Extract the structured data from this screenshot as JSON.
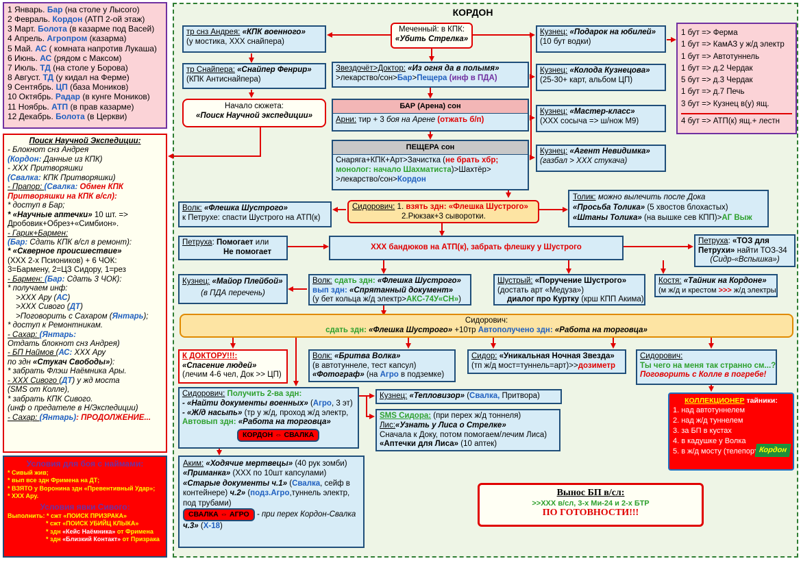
{
  "title": "КОРДОН",
  "months": [
    [
      "1 Январь. ",
      "Бар",
      " (на столе у Лысого)"
    ],
    [
      "2 Февраль. ",
      "Кордон",
      " (АТП 2-ой этаж)"
    ],
    [
      "3 Март. ",
      "Болота",
      " (в казарме под Васей)"
    ],
    [
      "4 Апрель. ",
      "Агропром",
      " (казарма)"
    ],
    [
      "5 Май. ",
      "АС",
      " ( комната напротив Лукаша)"
    ],
    [
      "6 Июнь. ",
      "АС",
      " (рядом с Максом)"
    ],
    [
      "7 Июль. ",
      "ТД",
      " (на столе у Борова)"
    ],
    [
      "8 Август. ",
      "ТД",
      " (у кидал на Ферме)"
    ],
    [
      "9 Сентябрь. ",
      "ЦП",
      " (база Моников)"
    ],
    [
      "10 Октябрь. ",
      "Радар",
      " (в кунге Моников)"
    ],
    [
      "11 Ноябрь. ",
      "АТП",
      " (в прав казарме)"
    ],
    [
      "12 Декабрь. ",
      "Болота",
      " (в Церкви)"
    ]
  ],
  "search": {
    "title": "Поиск Научной Экспедиции:",
    "l1": "- Блокнот снз Андрея",
    "l2a": "(Кордон:",
    "l2b": " Данные из КПК)",
    "l3": "- ХХХ Притворяшки",
    "l4a": "(Свалка:",
    "l4b": " КПК Притворяшки)",
    "l5a": "- Прапор: ",
    "l5b": "(Свалка: ",
    "l5c": "Обмен КПК",
    "l6": "Притворяшки на КПК в/сл):",
    "l7": "* доступ в Бар;",
    "l8a": "* «Научные аптечки»",
    "l8b": " 10 шт. =>",
    "l9": "Дробовик+Обрез+«Симбион».",
    "l10": "- Гарик+Бармен:",
    "l11a": "(Бар:",
    "l11b": " Сдать КПК в/сл в ремонт):",
    "l12": "* «Скверное происшествие»",
    "l13": "(ХХХ 2-х Псиоников) + 6 ЧОК:",
    "l14": "3=Бармену, 2=ЦЗ Сидору, 1=рез",
    "l15a": "- Бармен: ",
    "l15b": "(Бар:",
    "l15c": " Сдать 3 ЧОК):",
    "l16": "* получаем инф:",
    "l17a": ">ХХХ Ару (",
    "l17b": "АС",
    "l17c": ")",
    "l18a": ">ХХХ Сивого (",
    "l18b": "ДТ",
    "l18c": ")",
    "l19a": ">Поговорить с Сахаром (",
    "l19b": "Янтарь",
    "l19c": ");",
    "l20": "* доступ к Ремонтникам.",
    "l21a": "- Сахар: ",
    "l21b": "(Янтарь:",
    "l22": "Отдать блокнот снз Андрея)",
    "l23a": "- БП Наймов (",
    "l23b": "АС:",
    "l23c": " ХХХ Ару",
    "l24a": "по здн ",
    "l24b": "«Стукач Свободы»",
    "l24c": "):",
    "l25": "* забрать Флэш Наёмника Ары.",
    "l26a": "- ХХХ Сивого (",
    "l26b": "ДТ",
    "l26c": ") у жд моста",
    "l27": "(SMS от Колле),",
    "l28": "* забрать КПК Сивого.",
    "l29": "(инф о предателе в Н/Экспедиции)",
    "l30a": "- Сахар: ",
    "l30b": "(Янтарь)",
    "l30c": ": ПРОДОЛЖЕНИЕ..."
  },
  "conditions": {
    "t1": "Условия для боя с наймами:",
    "c1": "* Сивый жив;",
    "c2": "* вып все здн Фримена на ДТ;",
    "c3": "* ВЗЯТО у Воронина здн «Превентивный Удар»;",
    "c4": "* ХХХ Ару.",
    "t2": "Условия явки Сивого:",
    "c5a": "Выполнить: ",
    "c5b": "* сжт «ПОИСК ПРИЗРАКА»",
    "c6": "* сжт «ПОИСК УБИЙЦ КЛЫКА»",
    "c7a": "* здн ",
    "c7b": "«Кейс Наёмника»",
    "c7c": " от Фримена",
    "c8a": "* здн ",
    "c8b": "«Близкий Контакт»",
    "c8c": " от Призрака"
  },
  "node_mechen": {
    "l1": "Меченный: в КПК:",
    "l2": "«Убить Стрелка»"
  },
  "node_andrey": {
    "a": "тр снз Андрея:",
    "b": " «КПК военного»",
    "l2": "(у мостика, ХХХ снайпера)"
  },
  "node_sniper": {
    "a": "тр Снайпера:",
    "b": " «Снайпер Фенрир»",
    "l2": "(КПК Антиснайпера)"
  },
  "node_start": {
    "l1": "Начало сюжета:",
    "l2": "«Поиск Научной экспедиции»"
  },
  "node_zvezd": {
    "a": "Звездочёт>Доктор:",
    "b": " «Из огня да в полымя»",
    "c": ">лекарство/сон>",
    "d": "Бар",
    "e": ">",
    "f": "Пещера",
    "g": " (инф в ПДА)"
  },
  "node_bar": {
    "h": "БАР (Арена) сон",
    "a": "Арни:",
    "b": " тир + 3  ",
    "c": "боя на Арене",
    "d": " (отжать б/п)"
  },
  "node_cave": {
    "h": "ПЕЩЕРА сон",
    "l1a": "Снаряга+КПК+Арт>Зачистка (",
    "l1b": "не брать хбр;",
    "l2a": "монолог: начало Шахматиста",
    "l2b": ")>Шахтёр>",
    "l3a": ">лекарство/сон>",
    "l3b": "Кордон"
  },
  "node_smith1": {
    "a": "Кузнец:",
    "b": " «Подарок на юбилей»",
    "l2": "(10 бут водки)"
  },
  "node_smith2": {
    "a": "Кузнец:",
    "b": " «Колода Кузнецова»",
    "l2": "(25-30+ карт, альбом ЦП)"
  },
  "node_smith3": {
    "a": "Кузнец:",
    "b": " «Мастер-класс»",
    "l2": "(ХХХ сосыча => ш/нож М9)"
  },
  "node_smith4": {
    "a": "Кузнец:",
    "b": " «Агент Невидимка»",
    "l2": "(газбал > ХХХ стукача)"
  },
  "vodka": [
    "1 бут => Ферма",
    "1 бут => КамАЗ у ж/д электр",
    "1 бут => Автотуннель",
    "1 бут => д.2 Чердак",
    "5 бут => д.3 Чердак",
    "1 бут => д.7 Печь",
    "3 бут =>  Кузнец в(у) ящ.",
    "4 бут =>  АТП(к) ящ.+ лестн"
  ],
  "node_tolik": {
    "a": "Толик:",
    "b": " можно вылечить после Дока",
    "l2a": "«Просьба Толика»",
    "l2b": " (5 хвостов блохастых)",
    "l3a": "«Штаны Толика»",
    "l3b": "  (на вышке сев КПП)>",
    "l3c": "АГ Выж"
  },
  "node_sidor1": {
    "a": "Сидорович:",
    "b": " 1. ",
    "c": "взять здн: «Флешка Шустрого»",
    "l2": "2.Рюкзак+3 сыворотки."
  },
  "node_volk1": {
    "a": "Волк:",
    "b": " «Флешка Шустрого»",
    "l2": "к Петрухе: спасти Шустрого на АТП(к)"
  },
  "node_petr1": {
    "a": "Петруха",
    "b": ":  ",
    "c": "Помогает",
    "d": " или",
    "l2": "Не помогает"
  },
  "node_xxx": {
    "t": "ХХХ бандюков на АТП(к), забрать флешку у Шустрого"
  },
  "node_petr2": {
    "a": "Петруха",
    "b": ":  ",
    "c": "«ТОЗ для",
    "l2a": "Петрухи»",
    "l2b": " найти ТОЗ-34",
    "l3": "(Сидр-«Вспышка»)"
  },
  "node_smith5": {
    "a": "Кузнец:",
    "b": " «Майор Плейбой»",
    "l2": "(в ПДА перечень)"
  },
  "node_volk2": {
    "a": "Волк:",
    "b": " сдать здн:",
    "c": " «Флешка Шустрого»",
    "l2a": "вып здн:",
    "l2b": " «Спрятанный документ»",
    "l3a": "(у бет кольца ж/д электр>",
    "l3b": "АКС-74У«СН»",
    "l3c": ")"
  },
  "node_shustr": {
    "a": "Шустрый:",
    "b": " «Поручение Шустрого»",
    "l2": "(достать арт «Медуза»)",
    "l3a": "диалог про Куртку",
    "l3b": " (крш КПП Акима)"
  },
  "node_kostya": {
    "a": "Костя:",
    "b": "  «Тайник  на Кордоне»",
    "l2a": "(м ж/д и крестом ",
    "l2b": ">>>",
    "l2c": " ж/д электры)"
  },
  "node_sidor2": {
    "h": "Сидорович:",
    "l2a": "сдать здн:",
    "l2b": " «Флешка Шустрого»",
    "l2c": " +10тр  ",
    "l2d": "Автополучено здн:",
    "l2e": " «Работа на торговца»"
  },
  "node_doctor": {
    "a": "К ДОКТОРУ!!!:",
    "b": "«Спасение людей»",
    "l3": "(лечим 4-6 чел, Док >> ЦП)"
  },
  "node_volk3": {
    "a": "Волк:",
    "b": " «Бритва Волка»",
    "l2": "(в автотуннеле, тест капсул)",
    "l3a": "«Фотограф»",
    "l3b": " (на ",
    "l3c": "Агро",
    "l3d": " в подземке)"
  },
  "node_sidor3": {
    "a": "Сидор:",
    "b": " «Уникальная Ночная Звезда»",
    "l2a": "(тп ж/д мост=туннель=арт)>>",
    "l2b": "дозиметр"
  },
  "node_sidor4": {
    "a": "Сидорович:",
    "l2": "Ты чего на меня так странно см...?",
    "l3": "Поговорить с Колле в погребе!"
  },
  "node_sidor5": {
    "a": "Сидорович:",
    "b": " Получить 2-ва здн:",
    "l2a": "- «Найти документы военных»",
    "l2b": " (",
    "l2c": "Агро",
    "l2d": ", 3 эт)",
    "l3a": "- «Ж/д насыпь»",
    "l3b": " (тр у ж/д, проход ж/д электр,",
    "l4a": "Автовып здн:",
    "l4b": " «Работа на торговца»",
    "badge": "КОРДОН ⇔ СВАЛКА"
  },
  "node_smith6": {
    "a": "Кузнец:",
    "b": " «Тепловизор»",
    "c": " (",
    "d": "Свалка,",
    "e": " Притвора)"
  },
  "node_sms": {
    "a": "SMS Сидора:",
    "b": "  (при перех ж/д тоннеля)",
    "l2a": "Лис:",
    "l2b": "«Узнать у Лиса о Стрелке»",
    "l3": "Сначала к Доку, потом помогаем/лечим Лиса)",
    "l4a": "«Аптечки для Лиса»",
    "l4b": " (10 аптек)"
  },
  "node_akim": {
    "a": "Аким:",
    "b": " «Ходячие мертвецы»",
    "c": " (40 рук зомби)",
    "l2a": "«Приманка»",
    "l2b": " (ХХХ по 10шт капсулами)",
    "l3a": "«Старые документы ч.1»",
    "l3b": " (",
    "l3c": "Свалка",
    "l3d": ", сейф в",
    "l4": "контейнере)",
    "l4b": " ч.2»",
    "l4c": " (",
    "l4d": "подз.Агро",
    "l4e": ",туннель электр,",
    "l5": "под трубами)",
    "badge": "СВАЛКА ⇔ АГРО",
    "l6": " - при перех Кордон-Свалка",
    "l7a": "ч.3»",
    "l7b": " (",
    "l7c": "Х-18",
    "l7d": ")"
  },
  "collector": {
    "h1": "КОЛЛЕКЦИОНЕР",
    "h2": " тайники:",
    "items": [
      "1. над автотуннелем",
      "2. над ж/д туннелем",
      "3. за БП в кустах",
      "4. в кадушке у Волка",
      "5. в ж/д мосту (телепортатор)"
    ],
    "logo": "Кордон"
  },
  "export": {
    "h": "Вынос БП в/сл:",
    "l2": ">>ХХХ в/сл, 3-х Ми-24 и 2-х БТР",
    "l3": "ПО ГОТОВНОСТИ!!!"
  }
}
